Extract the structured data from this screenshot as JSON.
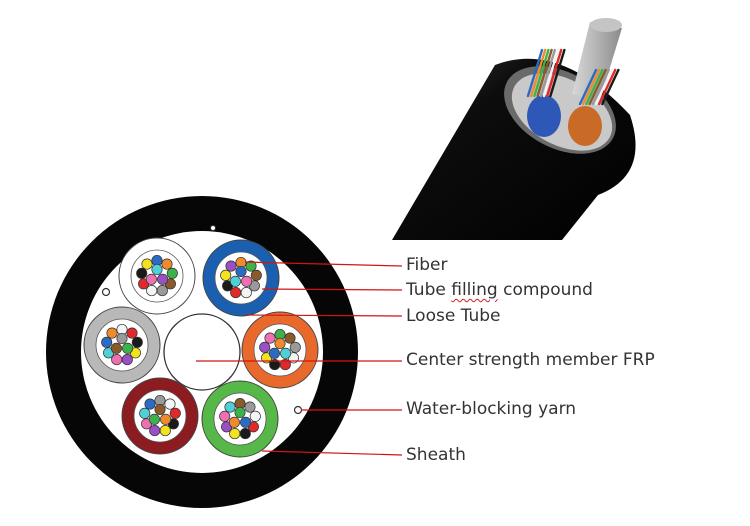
{
  "colors": {
    "jacket": "#060606",
    "leader_line": "#d21414",
    "label_text": "#333333",
    "tube_white": "#ffffff",
    "tube_blue": "#1b5fb0",
    "tube_orange": "#e9692c",
    "tube_green": "#55b848",
    "tube_maroon": "#8c1c1f",
    "tube_gray": "#b8b8b8",
    "frp": "#ffffff"
  },
  "fiber_colors": [
    "#2a6cc4",
    "#f08a2a",
    "#3bb34a",
    "#8b5a2b",
    "#9a9a9a",
    "#f4f4f4",
    "#e02a2a",
    "#1a1a1a",
    "#f2e21f",
    "#9b4fc4",
    "#ef6fb3",
    "#4fd0d6"
  ],
  "labels": [
    {
      "id": "fiber",
      "text": "Fiber"
    },
    {
      "id": "tube-filling-compound",
      "text_a": "Tube ",
      "text_b": "filling",
      "text_c": " compound"
    },
    {
      "id": "loose-tube",
      "text": "Loose Tube"
    },
    {
      "id": "center-strength-member",
      "text": "Center strength member FRP"
    },
    {
      "id": "water-blocking-yarn",
      "text": "Water-blocking yarn"
    },
    {
      "id": "sheath",
      "text": "Sheath"
    }
  ]
}
